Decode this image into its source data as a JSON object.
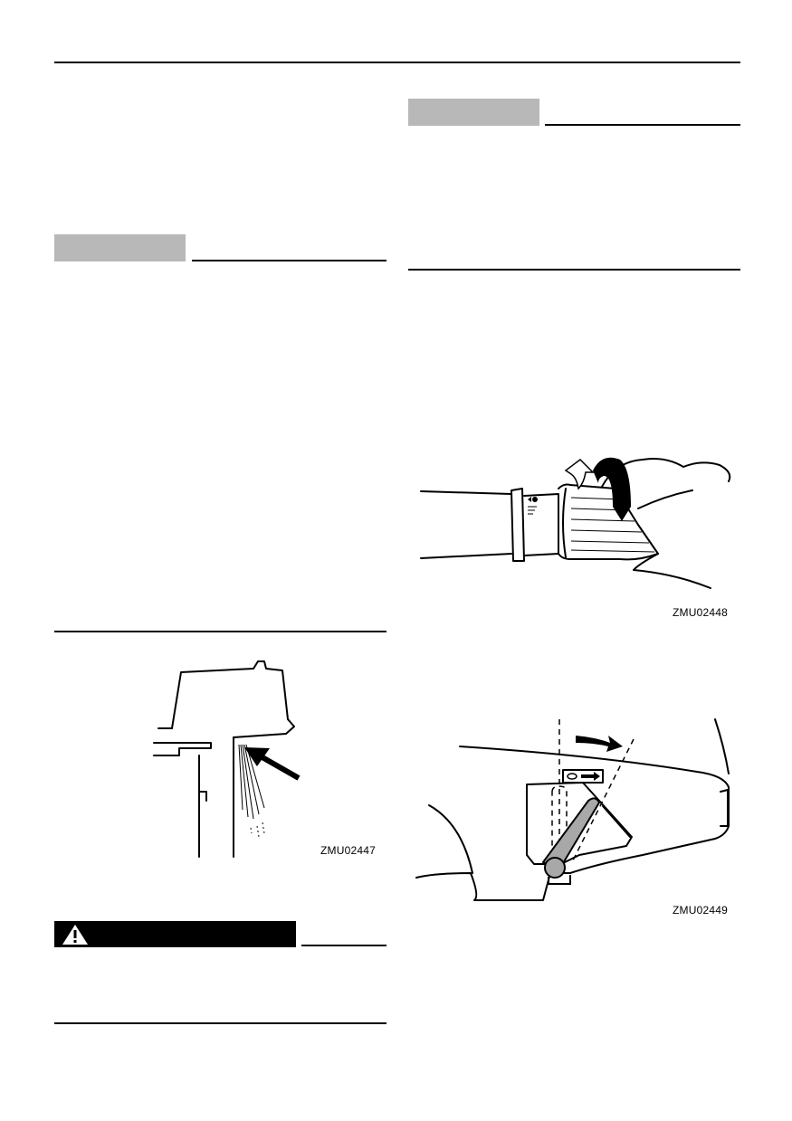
{
  "figures": {
    "fig_2447": {
      "code": "ZMU02447",
      "icon": "water-jet-pilot-hole-illustration"
    },
    "fig_2448": {
      "code": "ZMU02448",
      "icon": "throttle-grip-rotation-illustration"
    },
    "fig_2449": {
      "code": "ZMU02449",
      "icon": "cowling-lever-illustration"
    }
  },
  "warning": {
    "icon": "warning-triangle-icon"
  },
  "colors": {
    "heading_box": "#b8b8b8",
    "warning_box": "#000000",
    "rule": "#000000"
  }
}
